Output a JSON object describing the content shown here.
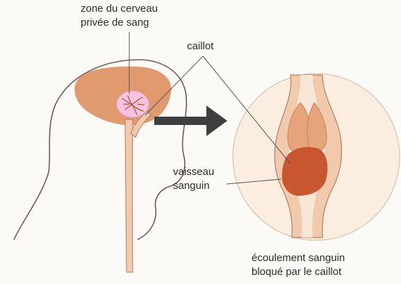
{
  "labels": {
    "zone_line1": "zone du cerveau",
    "zone_line2": "privée de sang",
    "caillot": "caillot",
    "vaisseau_line1": "vaisseau",
    "vaisseau_line2": "sanguin",
    "ecoulement_line1": "écoulement sanguin",
    "ecoulement_line2": "bloqué par le caillot"
  },
  "colors": {
    "brain": "#e09a6e",
    "deprived_zone": "#f3c3df",
    "vessel": "#f1c9ad",
    "clot": "#c8562e",
    "magnifier": "#fbeee0",
    "arrow": "#3e3e3e",
    "outline": "#6e5a52"
  }
}
